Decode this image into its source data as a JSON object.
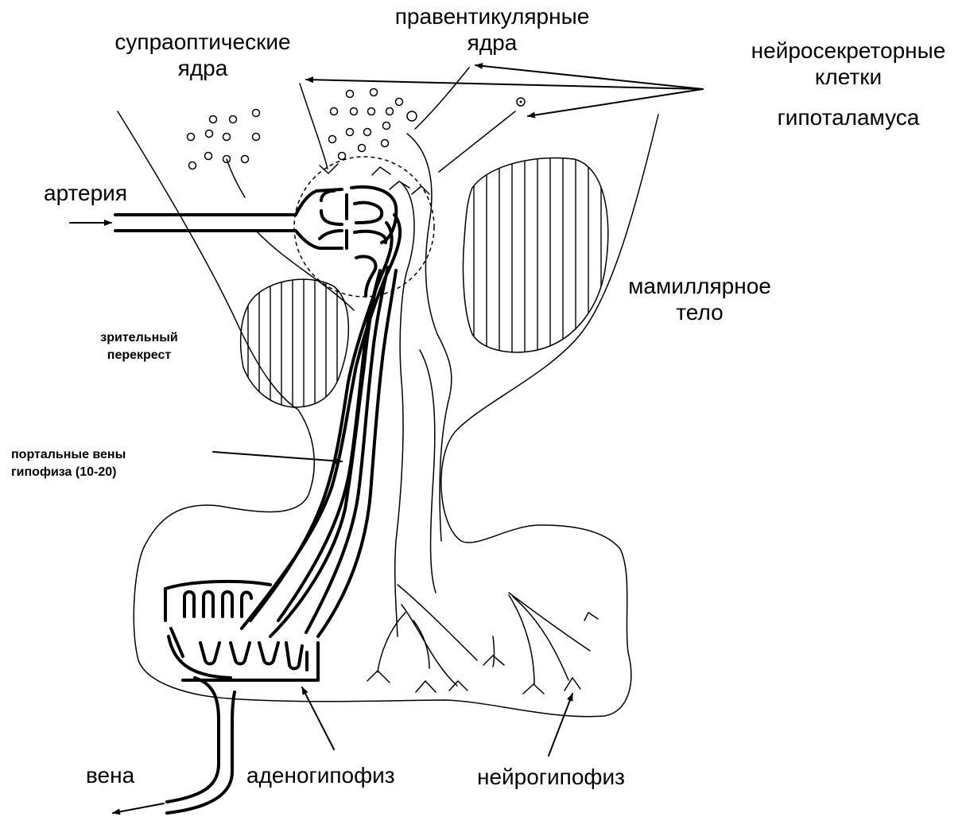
{
  "labels": {
    "supraoptic": [
      "супраоптические",
      "ядра"
    ],
    "paraventricular": [
      "правентикулярные",
      "ядра"
    ],
    "neurosecretory": [
      "нейросекреторные",
      "клетки",
      "гипоталамуса"
    ],
    "artery": "артерия",
    "mammillary": [
      "мамиллярное",
      "тело"
    ],
    "optic_chiasm": [
      "зрительный",
      "перекрест"
    ],
    "portal_veins": [
      "портальные вены",
      "гипофиза (10-20)"
    ],
    "vein": "вена",
    "adenohypophysis": "аденогипофиз",
    "neurohypophysis": "нейрогипофиз"
  },
  "colors": {
    "line": "#000000",
    "background": "#ffffff"
  }
}
